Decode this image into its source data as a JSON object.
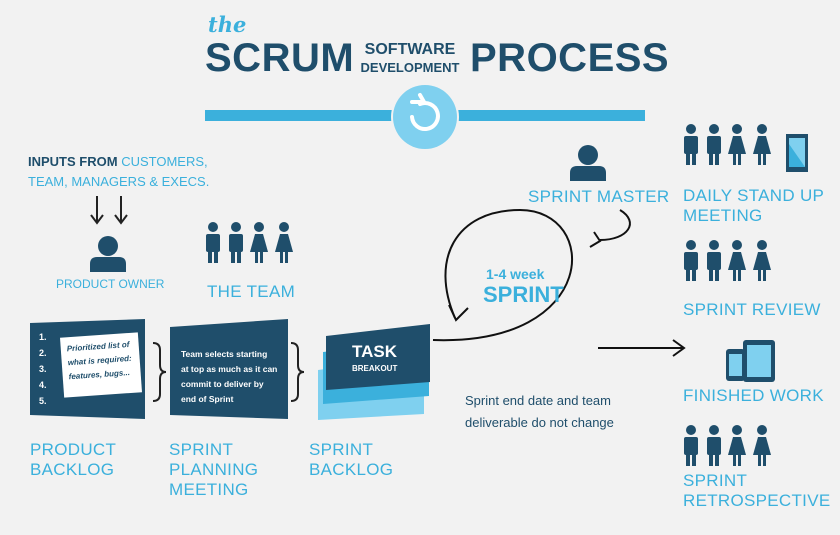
{
  "title": {
    "the": "the",
    "scrum": "SCRUM",
    "software": "SOFTWARE",
    "development": "DEVELOPMENT",
    "process": "PROCESS"
  },
  "inputs": {
    "lead": "INPUTS FROM",
    "rest": "CUSTOMERS,",
    "line2": "TEAM, MANAGERS & EXECS."
  },
  "product_owner": "PRODUCT OWNER",
  "the_team": "THE TEAM",
  "sprint_master": "SPRINT MASTER",
  "backlog_numbers": [
    "1.",
    "2.",
    "3.",
    "4.",
    "5."
  ],
  "backlog_note": [
    "Prioritized list of",
    "what is required:",
    "features, bugs..."
  ],
  "planning_text": [
    "Team selects starting",
    "at top as much as it can",
    "commit to deliver by",
    "end of Sprint"
  ],
  "task": {
    "title": "TASK",
    "subtitle": "BREAKOUT"
  },
  "sprint": {
    "duration": "1-4 week",
    "label": "SPRINT"
  },
  "sprint_note": [
    "Sprint end date and team",
    "deliverable do not change"
  ],
  "stages": {
    "product_backlog": [
      "PRODUCT",
      "BACKLOG"
    ],
    "sprint_planning": [
      "SPRINT",
      "PLANNING",
      "MEETING"
    ],
    "sprint_backlog": [
      "SPRINT",
      "BACKLOG"
    ]
  },
  "outcomes": {
    "daily_standup": [
      "DAILY STAND UP",
      "MEETING"
    ],
    "sprint_review": "SPRINT REVIEW",
    "finished_work": "FINISHED WORK",
    "retrospective": [
      "SPRINT",
      "RETROSPECTIVE"
    ]
  },
  "colors": {
    "navy": "#1f4e6b",
    "light_blue": "#3bb0dc",
    "pale_blue": "#7fd0ef",
    "background": "#f2f2f2"
  }
}
